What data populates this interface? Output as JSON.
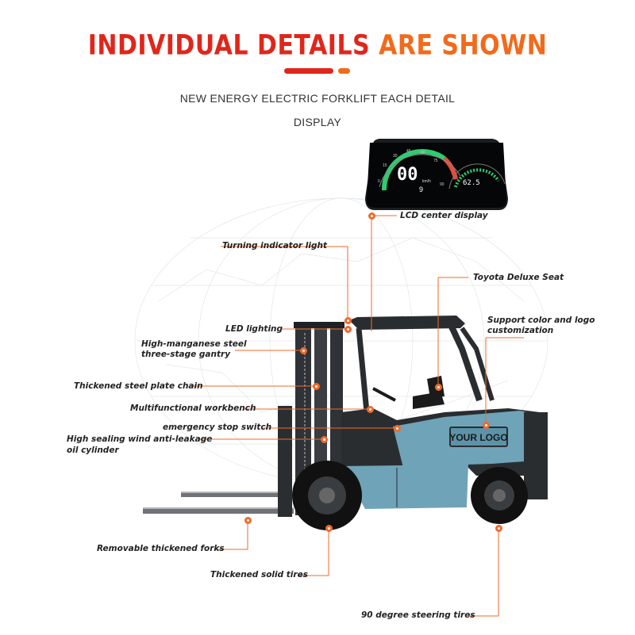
{
  "header": {
    "title_part1": "INDIVIDUAL DETAILS ",
    "title_part2": "ARE SHOWN",
    "subtitle_line1": "NEW ENERGY ELECTRIC FORKLIFT EACH DETAIL",
    "subtitle_line2": "DISPLAY"
  },
  "dashboard": {
    "speed": "00",
    "speed_unit": "km/h",
    "gear": "9",
    "battery": "62.5",
    "scale": [
      "0",
      "15",
      "30",
      "45",
      "60",
      "75",
      "90"
    ]
  },
  "forklift": {
    "logo_text": "YOUR LOGO"
  },
  "callouts": {
    "lcd": "LCD center display",
    "turning": "Turning indicator light",
    "seat": "Toyota Deluxe Seat",
    "support_1": "Support color and logo",
    "support_2": "customization",
    "led": "LED lighting",
    "manganese_1": "High-manganese steel",
    "manganese_2": "three-stage gantry",
    "chain": "Thickened steel plate chain",
    "workbench": "Multifunctional workbench",
    "estop": "emergency stop switch",
    "cylinder_1": "High sealing wind anti-leakage",
    "cylinder_2": "oil cylinder",
    "forks": "Removable thickened forks",
    "tires": "Thickened solid tires",
    "steering": "90 degree steering tires"
  },
  "colors": {
    "accent_red": "#e0261b",
    "accent_orange": "#f26a1b",
    "callout_line": "#f06a2a",
    "body_blue": "#6fa3b8"
  }
}
